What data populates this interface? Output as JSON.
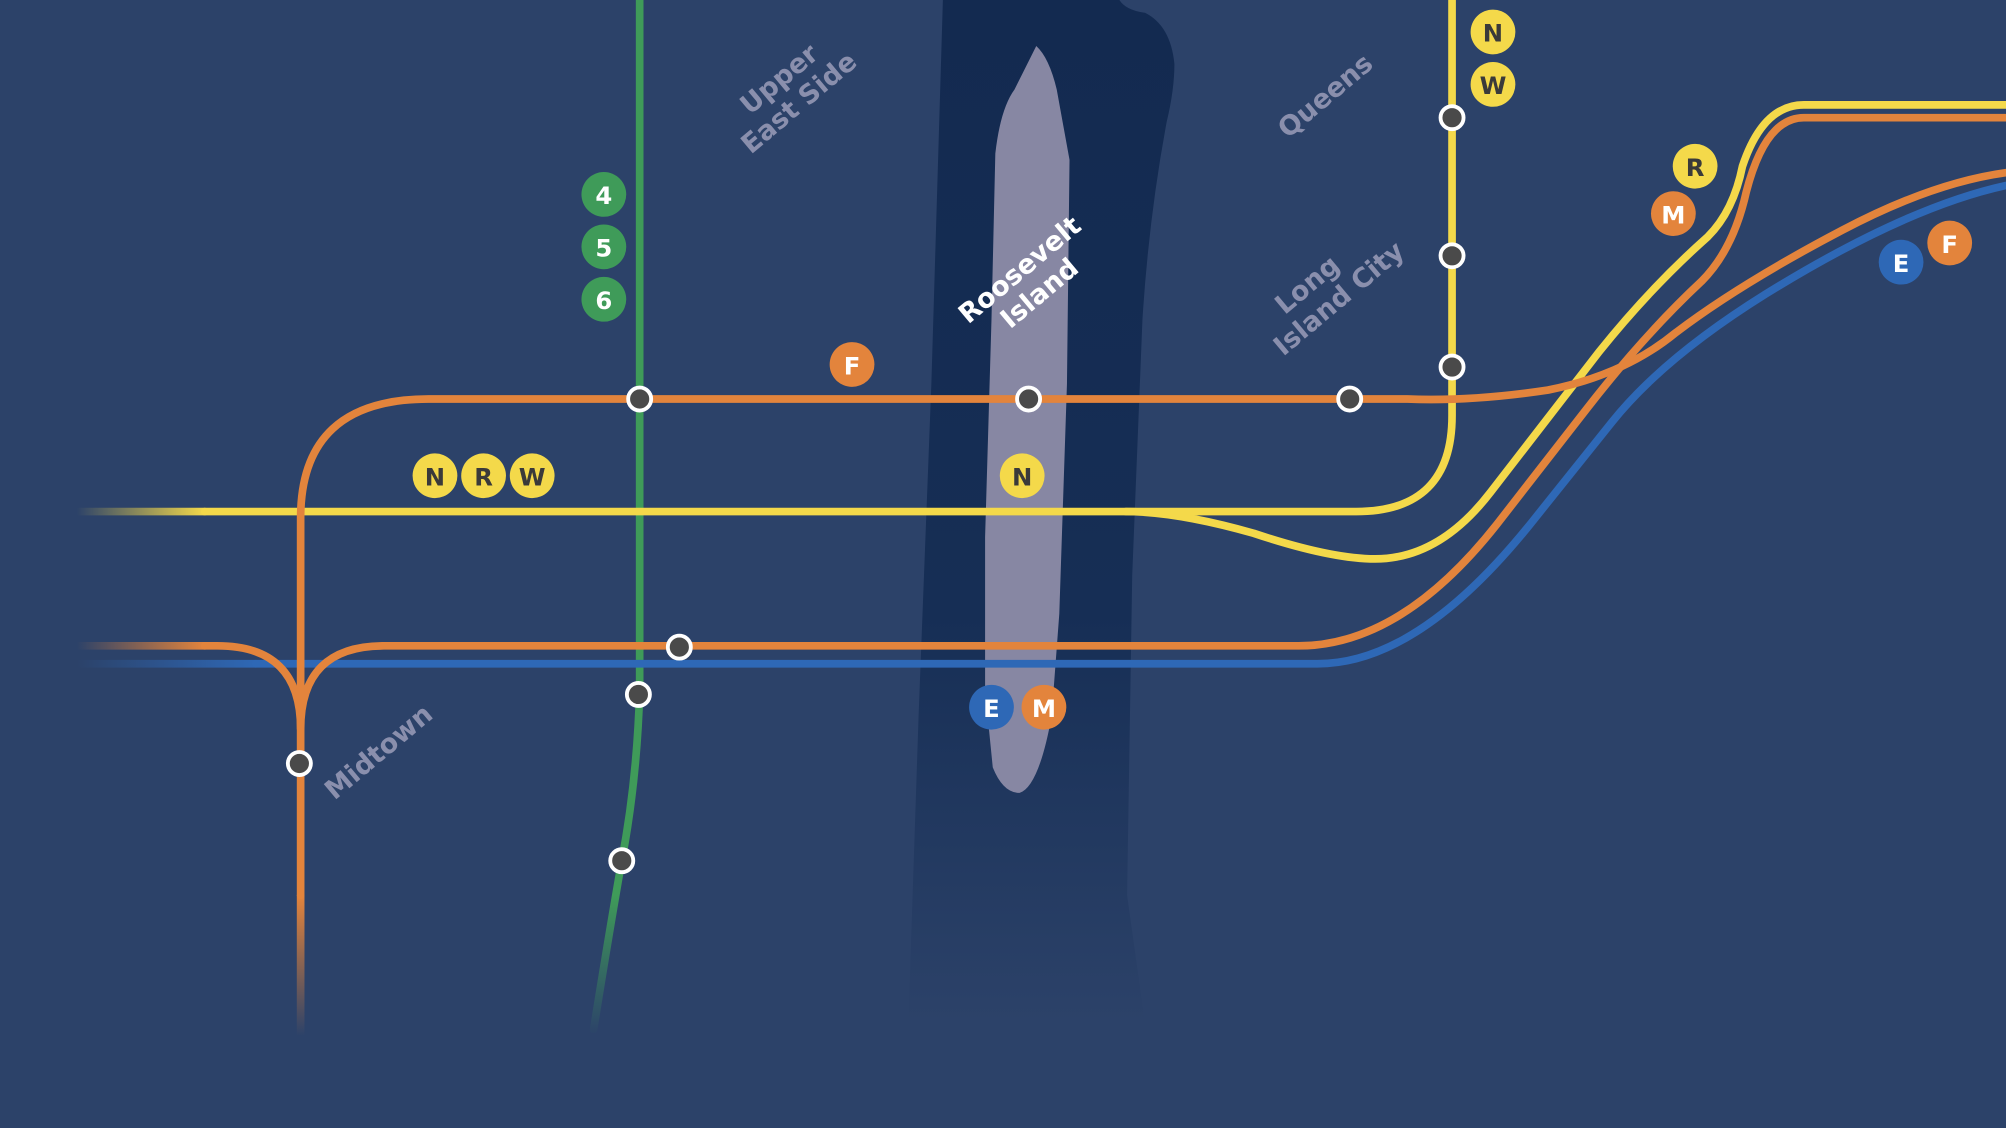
{
  "areas": {
    "upper_east_side": [
      "Upper",
      "East Side"
    ],
    "queens": "Queens",
    "long_island_city": [
      "Long",
      "Island City"
    ],
    "roosevelt_island": [
      "Roosevelt",
      "Island"
    ],
    "midtown": "Midtown"
  },
  "colors": {
    "background": "#2c4269",
    "river": "#132a50",
    "island": "#8787a3",
    "orange": "#e3843c",
    "yellow": "#f4d94a",
    "green": "#3f9b59",
    "blue": "#2e68b6",
    "station": "#4a4a4a"
  },
  "badges": [
    {
      "label": "N",
      "color": "yellow"
    },
    {
      "label": "W",
      "color": "yellow"
    },
    {
      "label": "4",
      "color": "green"
    },
    {
      "label": "5",
      "color": "green"
    },
    {
      "label": "6",
      "color": "green"
    },
    {
      "label": "F",
      "color": "orange"
    },
    {
      "label": "N",
      "color": "yellow"
    },
    {
      "label": "R",
      "color": "yellow"
    },
    {
      "label": "W",
      "color": "yellow"
    },
    {
      "label": "N",
      "color": "yellow"
    },
    {
      "label": "E",
      "color": "blue"
    },
    {
      "label": "M",
      "color": "orange"
    },
    {
      "label": "R",
      "color": "yellow"
    },
    {
      "label": "M",
      "color": "orange"
    },
    {
      "label": "E",
      "color": "blue"
    },
    {
      "label": "F",
      "color": "orange"
    }
  ]
}
